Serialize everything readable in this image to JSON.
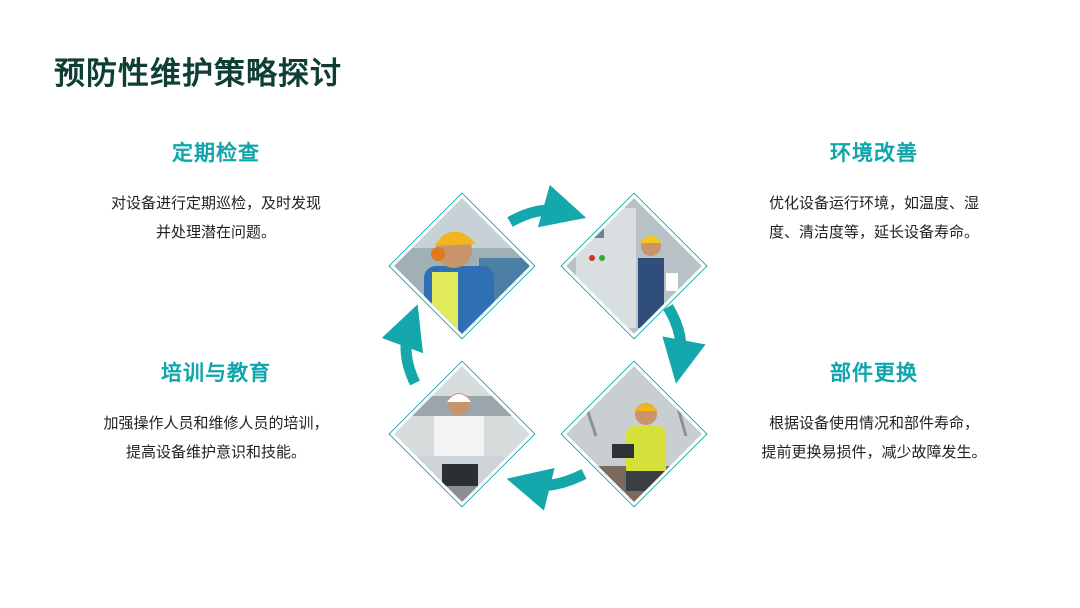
{
  "title": "预防性维护策略探讨",
  "accent_color": "#14a8ad",
  "title_color": "#0f3f34",
  "sections": [
    {
      "heading": "定期检查",
      "lines": [
        "对设备进行定期巡检，及时发现",
        "并处理潜在问题。"
      ]
    },
    {
      "heading": "环境改善",
      "lines": [
        "优化设备运行环境，如温度、湿",
        "度、清洁度等，延长设备寿命。"
      ]
    },
    {
      "heading": "培训与教育",
      "lines": [
        "加强操作人员和维修人员的培训，",
        "提高设备维护意识和技能。"
      ]
    },
    {
      "heading": "部件更换",
      "lines": [
        "根据设备使用情况和部件寿命，",
        "提前更换易损件，减少故障发生。"
      ]
    }
  ]
}
